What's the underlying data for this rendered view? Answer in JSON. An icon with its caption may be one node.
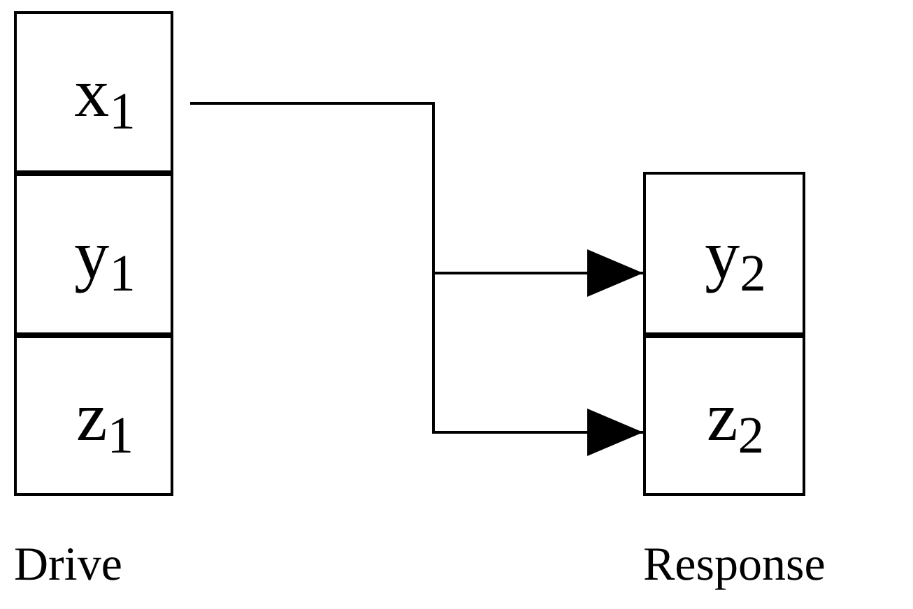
{
  "diagram": {
    "nodes": [
      {
        "text": [
          "x$_{1}$"
        ]
      },
      {
        "text": [
          "y$_{1}$"
        ]
      },
      {
        "text": [
          "z$_{1}$"
        ]
      },
      {
        "text": [
          "y$_{2}$"
        ]
      },
      {
        "text": [
          "z$_{2}$"
        ]
      }
    ],
    "edges": [
      {
        "from": 0,
        "to": 3,
        "arrow": "to"
      },
      {
        "from": 0,
        "to": 4,
        "arrow": "to"
      }
    ],
    "labels": [
      "Drive",
      "Response"
    ]
  }
}
